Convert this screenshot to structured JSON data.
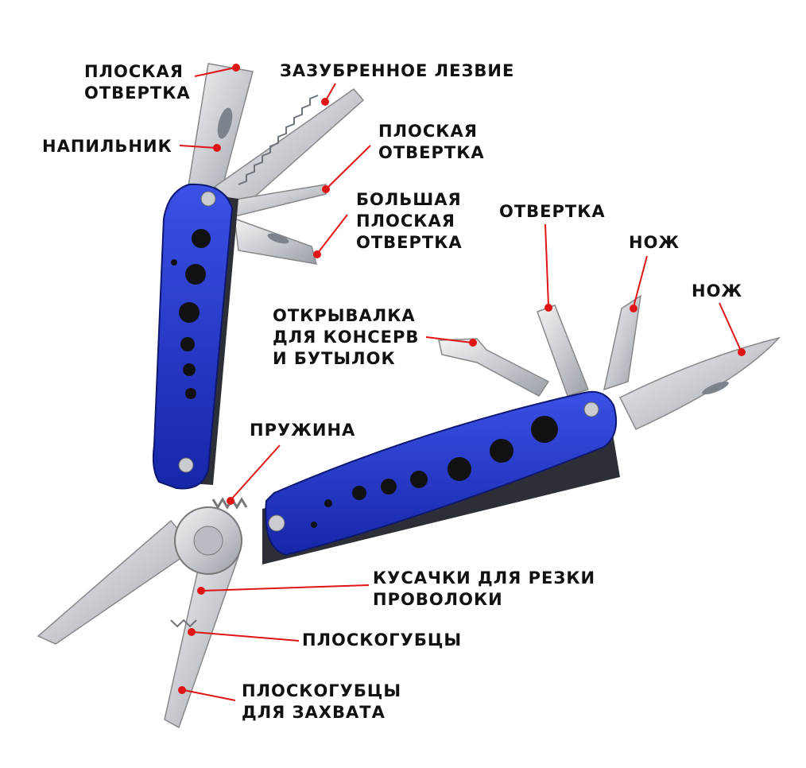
{
  "colors": {
    "handle": "#1f33c9",
    "handle_dark": "#0f1a7a",
    "steel": "#d4d7dc",
    "steel_dark": "#8e939a",
    "leader": "#e01515",
    "text": "#111111"
  },
  "labels": {
    "flat_screwdriver_1": [
      "ПЛОСКАЯ",
      "ОТВЕРТКА"
    ],
    "serrated_blade": [
      "ЗАЗУБРЕННОЕ ЛЕЗВИЕ"
    ],
    "file": [
      "НАПИЛЬНИК"
    ],
    "flat_screwdriver_2": [
      "ПЛОСКАЯ",
      "ОТВЕРТКА"
    ],
    "large_flat_screwdriver": [
      "БОЛЬШАЯ",
      "ПЛОСКАЯ",
      "ОТВЕРТКА"
    ],
    "screwdriver": [
      "ОТВЕРТКА"
    ],
    "knife_1": [
      "НОЖ"
    ],
    "knife_2": [
      "НОЖ"
    ],
    "can_bottle_opener": [
      "ОТКРЫВАЛКА",
      "ДЛЯ КОНСЕРВ",
      "И БУТЫЛОК"
    ],
    "spring": [
      "ПРУЖИНА"
    ],
    "wire_cutters": [
      "КУСАЧКИ ДЛЯ РЕЗКИ",
      "ПРОВОЛОКИ"
    ],
    "pliers": [
      "ПЛОСКОГУБЦЫ"
    ],
    "gripping_pliers": [
      "ПЛОСКОГУБЦЫ",
      "ДЛЯ ЗАХВАТА"
    ]
  }
}
